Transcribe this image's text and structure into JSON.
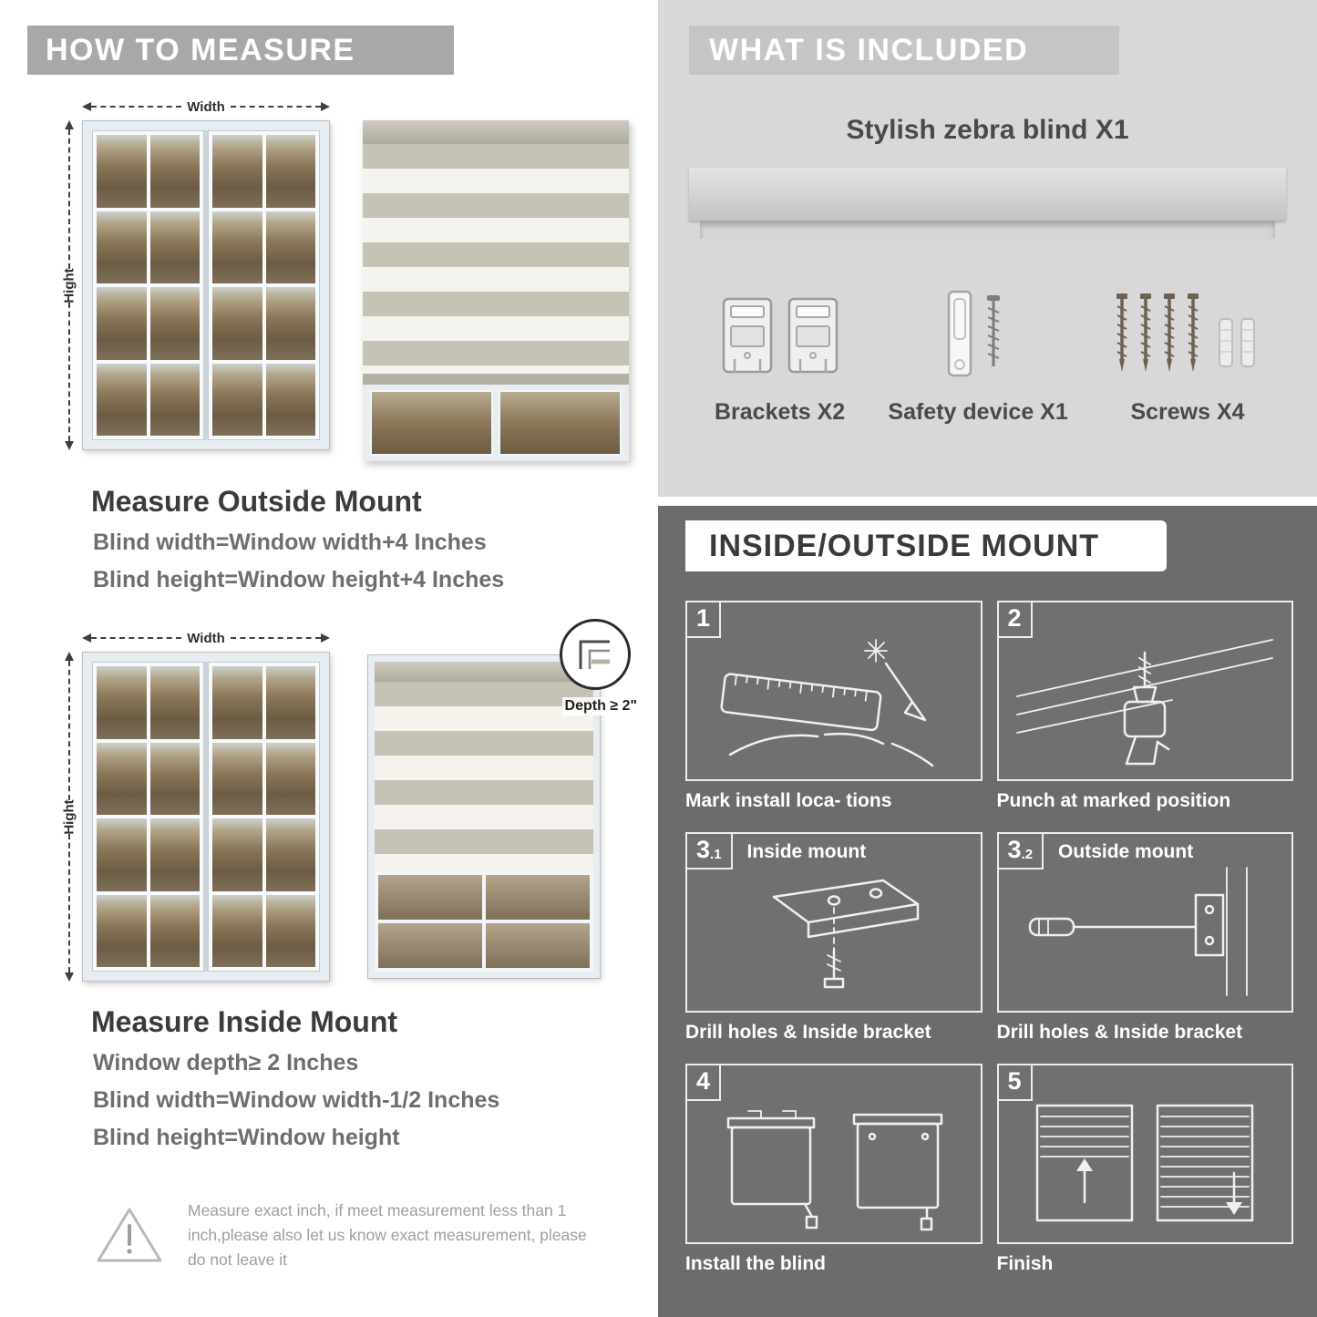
{
  "left": {
    "header": "HOW TO MEASURE",
    "labels": {
      "width": "Width",
      "height": "Hight",
      "depth": "Depth ≥ 2\""
    },
    "outside": {
      "title": "Measure Outside Mount",
      "line1": "Blind width=Window width+4 Inches",
      "line2": "Blind height=Window height+4 Inches"
    },
    "inside": {
      "title": "Measure Inside Mount",
      "line1": "Window depth≥ 2 Inches",
      "line2": "Blind width=Window width-1/2 Inches",
      "line3": "Blind height=Window height"
    },
    "warning": "Measure exact inch, if meet measurement less than 1 inch,please also let us know exact measurement, please do not leave it"
  },
  "included": {
    "header": "WHAT IS INCLUDED",
    "product_title": "Stylish zebra blind X1",
    "items": [
      {
        "label": "Brackets X2"
      },
      {
        "label": "Safety device X1"
      },
      {
        "label": "Screws X4"
      }
    ]
  },
  "mount": {
    "header": "INSIDE/OUTSIDE MOUNT",
    "steps": [
      {
        "num": "1",
        "caption": "Mark install loca- tions"
      },
      {
        "num": "2",
        "caption": "Punch at marked position"
      },
      {
        "num": "3",
        "sub": ".1",
        "label": "Inside mount",
        "caption": "Drill holes & Inside bracket"
      },
      {
        "num": "3",
        "sub": ".2",
        "label": "Outside mount",
        "caption": "Drill holes & Inside bracket"
      },
      {
        "num": "4",
        "caption": "Install the blind"
      },
      {
        "num": "5",
        "caption": "Finish"
      }
    ]
  },
  "colors": {
    "banner_gray": "#a8a8a8",
    "included_bg": "#d8d8d8",
    "mount_bg": "#6c6c6c",
    "blind_stripe": "#c7c2b6"
  }
}
